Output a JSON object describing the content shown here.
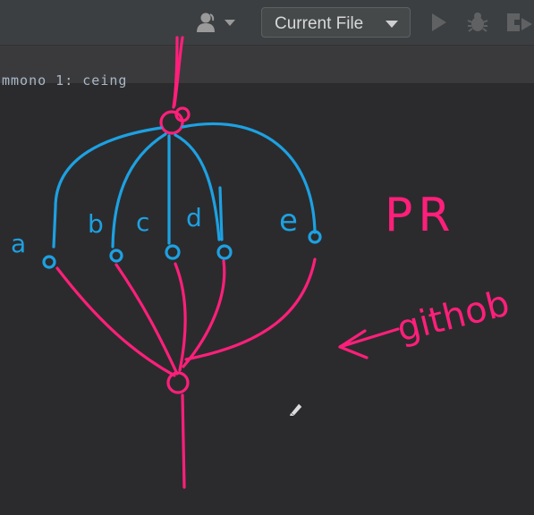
{
  "toolbar": {
    "run_config_label": "Current File",
    "icons": [
      "user-icon",
      "dropdown-icon",
      "run-icon",
      "debug-icon",
      "coverage-icon"
    ]
  },
  "editor": {
    "code_fragment": "mmono 1: ceing"
  },
  "drawing": {
    "branch_labels": [
      "a",
      "b",
      "c",
      "d",
      "e"
    ],
    "pr_label": "PR",
    "github_label": "githob",
    "colors": {
      "branches": "#1da1e2",
      "merges": "#ff1f7a"
    }
  }
}
